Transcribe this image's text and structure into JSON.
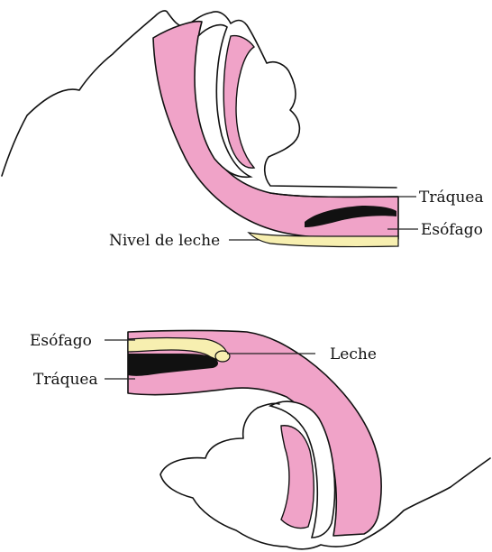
{
  "colors": {
    "tissue_pink": "#f0a3c8",
    "milk_cream": "#f7efb0",
    "outline": "#111111",
    "background": "#ffffff"
  },
  "top_figure": {
    "labels": {
      "trachea": "Tráquea",
      "esophagus": "Esófago",
      "milk_level": "Nivel de leche"
    }
  },
  "bottom_figure": {
    "labels": {
      "esophagus": "Esófago",
      "trachea": "Tráquea",
      "milk": "Leche"
    }
  }
}
